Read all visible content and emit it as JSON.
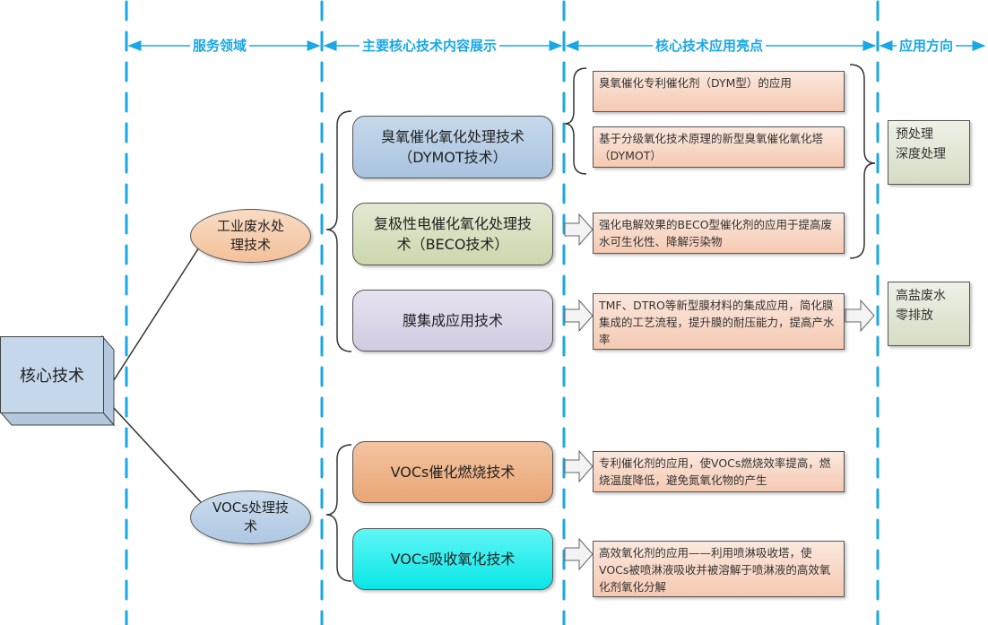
{
  "column_headers": [
    {
      "label": "服务领域"
    },
    {
      "label": "主要核心技术内容展示"
    },
    {
      "label": "核心技术应用亮点"
    },
    {
      "label": "应用方向"
    }
  ],
  "root": {
    "label": "核心技术"
  },
  "domains": [
    {
      "label": "工业废水处\n理技术",
      "color": "#f6cca9"
    },
    {
      "label": "VOCs处理技\n术",
      "color": "#b9cfe6"
    }
  ],
  "technologies": [
    {
      "label": "臭氧催化氧化处理技术\n（DYMOT技术）",
      "color": "#b6cde4"
    },
    {
      "label": "复极性电催化氧化处理技\n术（BECO技术）",
      "color": "#d9e1c2"
    },
    {
      "label": "膜集成应用技术",
      "color": "#ddd7ea"
    },
    {
      "label": "VOCs催化燃烧技术",
      "color": "#eeb182"
    },
    {
      "label": "VOCs吸收氧化技术",
      "color": "#14f0f0"
    }
  ],
  "highlights": [
    {
      "text": "臭氧催化专利催化剂（DYM型）的应用"
    },
    {
      "text": "基于分级氧化技术原理的新型臭氧催化氧化塔（DYMOT）"
    },
    {
      "text": "强化电解效果的BECO型催化剂的应用于提高废水可生化性、降解污染物"
    },
    {
      "text": "TMF、DTRO等新型膜材料的集成应用，简化膜集成的工艺流程，提升膜的耐压能力，提高产水率"
    },
    {
      "text": "专利催化剂的应用，使VOCs燃烧效率提高，燃烧温度降低，避免氮氧化物的产生"
    },
    {
      "text": "高效氧化剂的应用——利用喷淋吸收塔，使VOCs被喷淋液吸收并被溶解于喷淋液的高效氧化剂氧化分解"
    }
  ],
  "applications": [
    {
      "line1": "预处理",
      "line2": "深度处理"
    },
    {
      "line1": "高盐废水",
      "line2": "零排放"
    }
  ],
  "colors": {
    "divider": "#1aa7e6",
    "header_text": "#1aa7e6"
  }
}
